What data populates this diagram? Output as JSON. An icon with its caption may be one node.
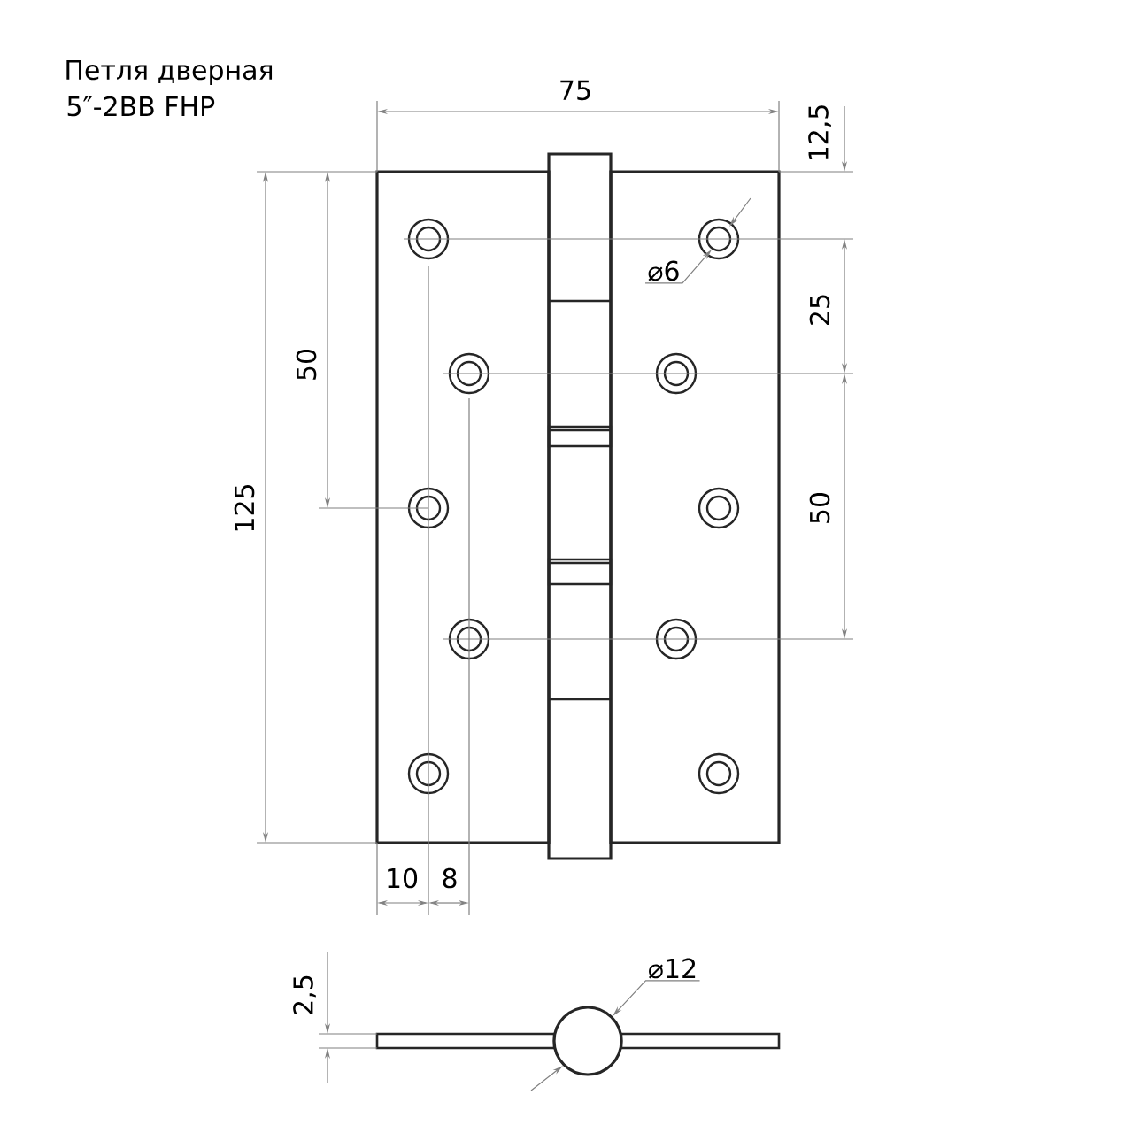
{
  "diagram": {
    "title": "Петля дверная",
    "nodes": [
      {
        "text": [
          "⌀6"
        ]
      },
      {
        "text": [
          "⌀12"
        ]
      }
    ],
    "edges": [
      {
        "from": 0,
        "to": null,
        "arrow": "to"
      },
      {
        "from": 1,
        "to": null,
        "arrow": "to"
      }
    ],
    "labels": [
      "5″-2BB FHP",
      "75",
      "12,5",
      "25",
      "50",
      "125",
      "50",
      "10",
      "8",
      "2,5"
    ]
  }
}
